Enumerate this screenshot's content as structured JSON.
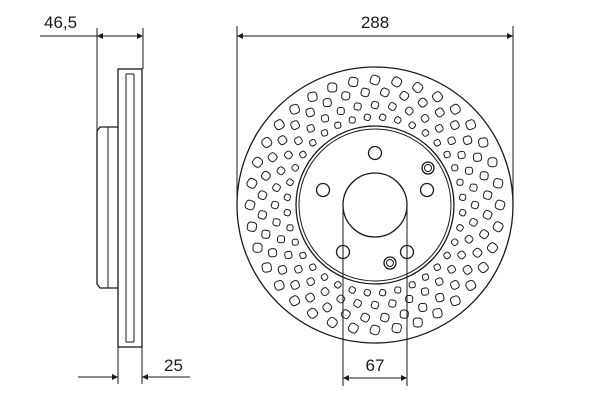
{
  "drawing": {
    "dimensions": {
      "overall_diameter": "288",
      "overall_height": "46,5",
      "thickness": "25",
      "center_bore": "67"
    },
    "colors": {
      "line": "#1a1a1a",
      "background": "#ffffff"
    },
    "disc": {
      "bolt_holes": 5,
      "drill_rings": 4
    }
  }
}
